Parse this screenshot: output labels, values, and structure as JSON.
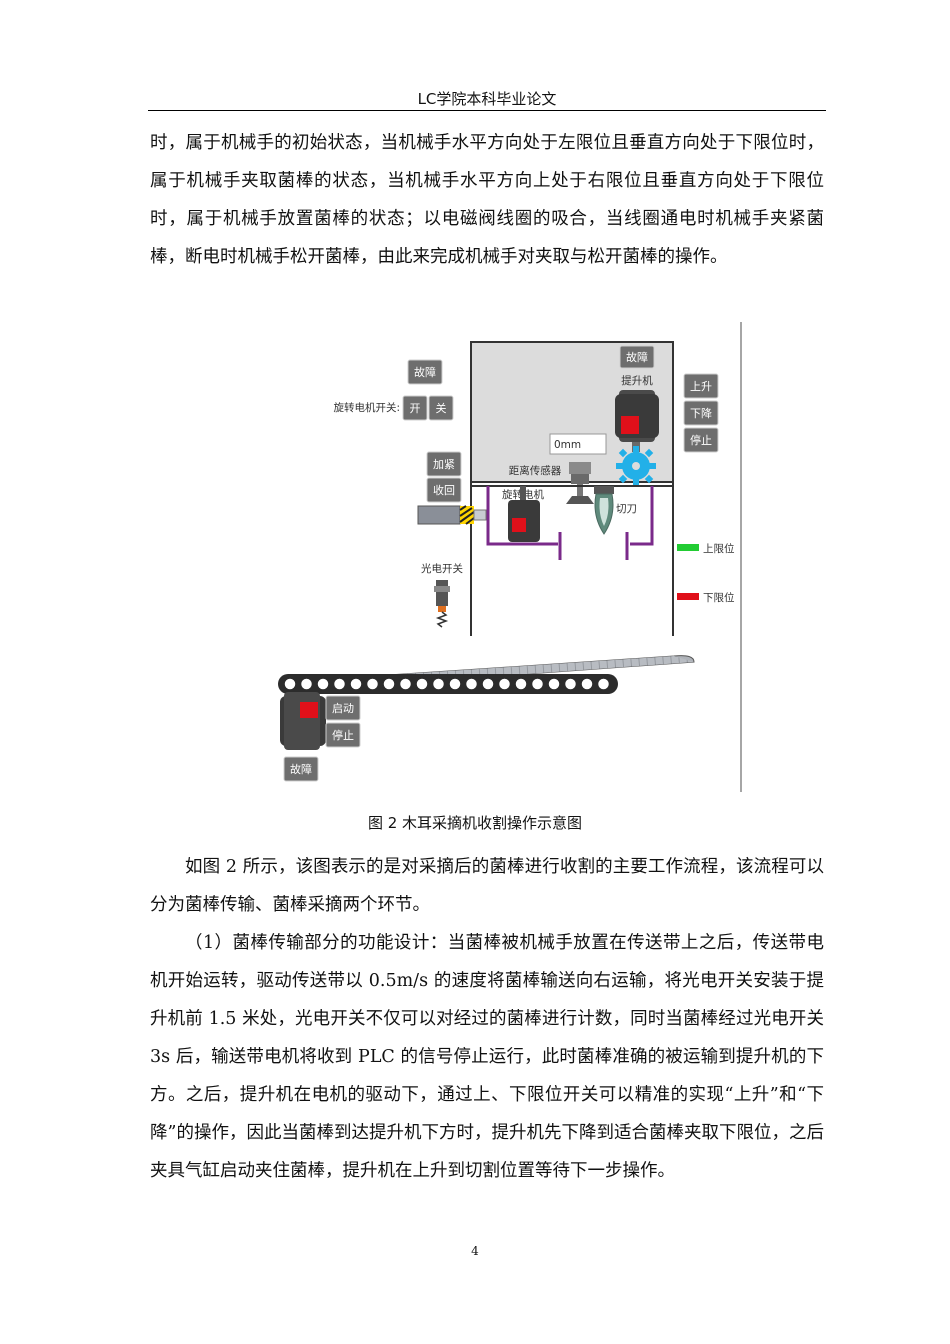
{
  "header": {
    "title": "LC学院本科毕业论文"
  },
  "paragraphs": [
    "时，属于机械手的初始状态，当机械手水平方向处于左限位且垂直方向处于下限位时，属于机械手夹取菌棒的状态，当机械手水平方向上处于右限位且垂直方向处于下限位时，属于机械手放置菌棒的状态；以电磁阀线圈的吸合，当线圈通电时机械手夹紧菌棒，断电时机械手松开菌棒，由此来完成机械手对夹取与松开菌棒的操作。",
    "如图 2 所示，该图表示的是对采摘后的菌棒进行收割的主要工作流程，该流程可以分为菌棒传输、菌棒采摘两个环节。",
    "（1）菌棒传输部分的功能设计：当菌棒被机械手放置在传送带上之后，传送带电机开始运转，驱动传送带以 0.5m/s 的速度将菌棒输送向右运输，将光电开关安装于提升机前  1.5  米处，光电开关不仅可以对经过的菌棒进行计数，同时当菌棒经过光电开关 3s 后，输送带电机将收到 PLC 的信号停止运行，此时菌棒准确的被运输到提升机的下方。之后，提升机在电机的驱动下，通过上、下限位开关可以精准的实现“上升”和“下降”的操作，因此当菌棒到达提升机下方时，提升机先下降到适合菌棒夹取下限位，之后夹具气缸启动夹住菌棒，提升机在上升到切割位置等待下一步操作。"
  ],
  "figure": {
    "caption": "图 2  木耳采摘机收割操作示意图",
    "rotary_switch_label": "旋转电机开关:",
    "buttons": {
      "fault_left": "故障",
      "on": "开",
      "off": "关",
      "clamp": "加紧",
      "retract": "收回",
      "fault_lift": "故障",
      "up": "上升",
      "down": "下降",
      "stop_lift": "停止",
      "start_conv": "启动",
      "stop_conv": "停止",
      "fault_conv": "故障"
    },
    "labels": {
      "lifter": "提升机",
      "distance_sensor": "距离传感器",
      "distance_value": "0mm",
      "rotary_motor": "旋转电机",
      "cutter": "切刀",
      "upper_limit": "上限位",
      "lower_limit": "下限位",
      "photo_switch": "光电开关"
    },
    "colors": {
      "panel": "#dcdcdc",
      "frame": "#333333",
      "motor_red": "#e0101a",
      "gear": "#22b0e8",
      "purple": "#7a2a8a",
      "upper_limit": "#22cc33",
      "lower_limit": "#e0101a",
      "button": "#6e6e6e"
    }
  },
  "page_number": "4"
}
